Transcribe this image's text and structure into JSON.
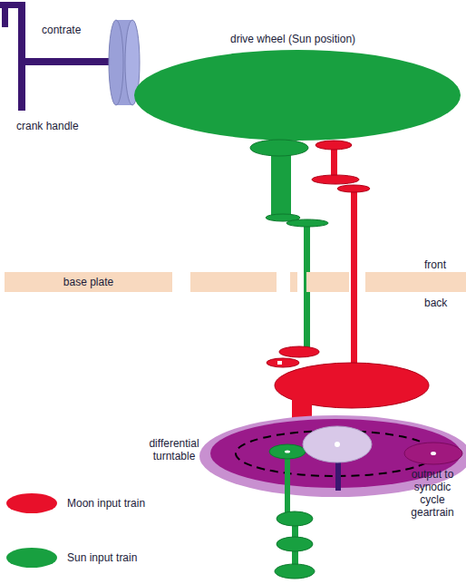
{
  "diagram": {
    "nodes": [
      {
        "text": [
          "drive wheel (Sun position)"
        ]
      },
      {
        "text": [
          "base plate"
        ]
      }
    ],
    "labels": [
      "contrate",
      "crank handle",
      "front",
      "back",
      "differential turntable",
      "output to synodic cycle geartrain"
    ],
    "legend": [
      {
        "text": "Moon input train",
        "color": "#e8102a"
      },
      {
        "text": "Sun input train",
        "color": "#18a040"
      }
    ]
  }
}
